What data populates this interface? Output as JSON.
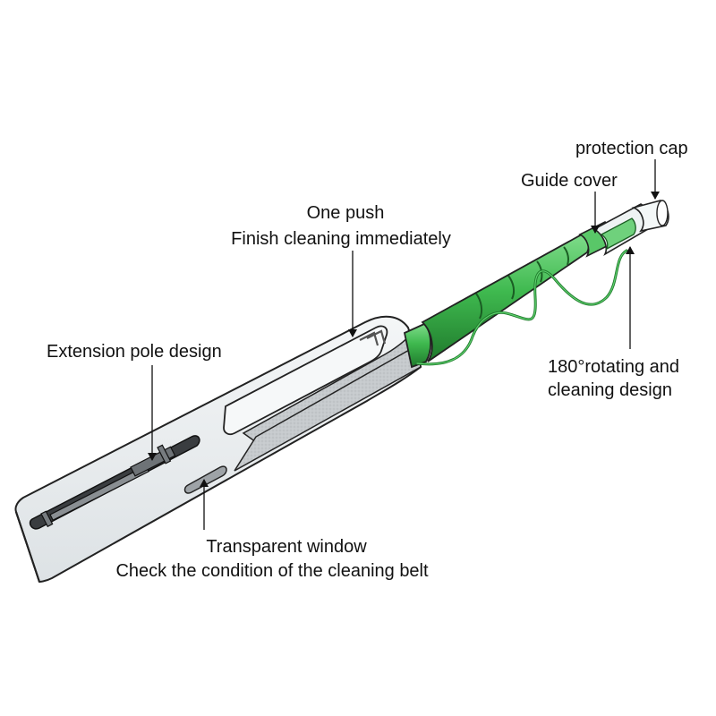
{
  "callouts": {
    "protection_cap": "protection cap",
    "guide_cover": "Guide cover",
    "one_push": {
      "line1": "One push",
      "line2": "Finish cleaning immediately"
    },
    "extension_pole": "Extension pole design",
    "rotating": {
      "line1": "180°rotating and",
      "line2": "cleaning design"
    },
    "transparent_window": {
      "line1": "Transparent window",
      "line2": "Check the condition of the cleaning belt"
    }
  },
  "colors": {
    "body_fill": "#e9edef",
    "body_shadow": "#c9ced2",
    "grip_fill": "#c8cccf",
    "tube_green": "#3fb94f",
    "tube_dark": "#1f7a2c",
    "belt_green": "#2e9e3e",
    "outline": "#222222",
    "tip_clear": "#eef3f3"
  },
  "icons": {
    "arrow": "arrowhead-icon"
  }
}
